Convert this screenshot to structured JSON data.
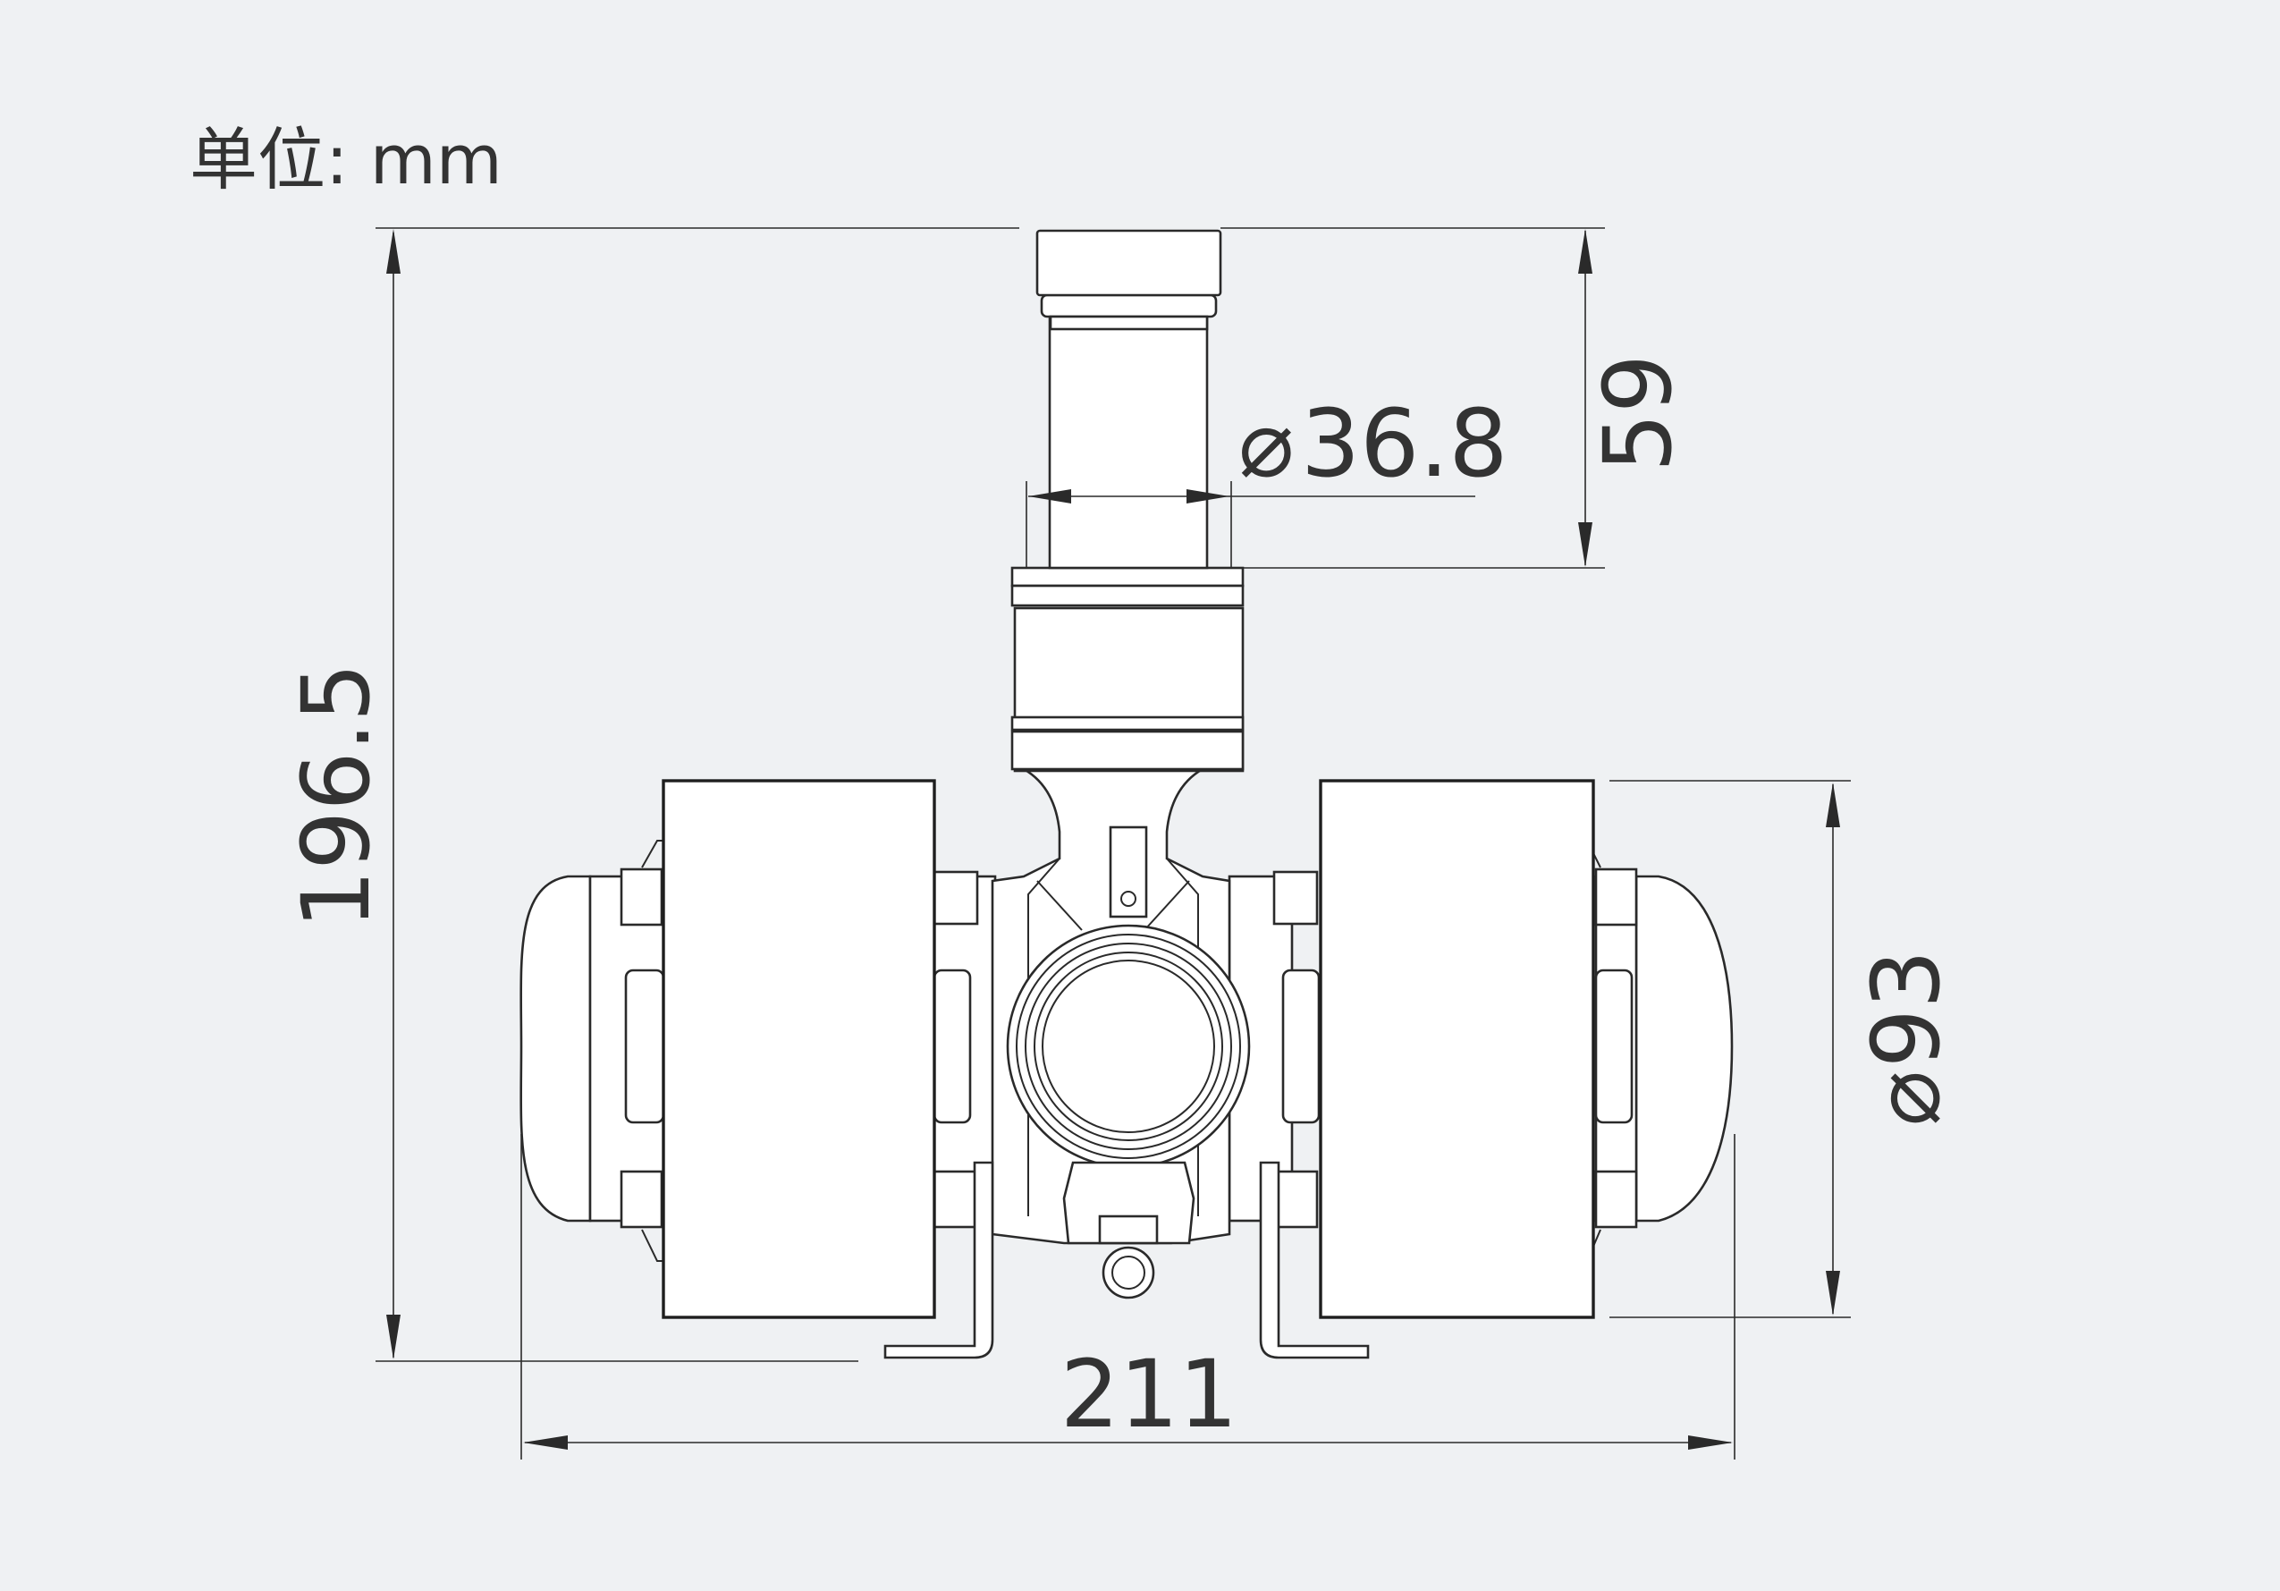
{
  "unit_label": "单位: mm",
  "dimensions": {
    "total_height": "196.5",
    "top_height": "59",
    "tube_diameter": "36.8",
    "wheel_diameter": "93",
    "total_width": "211"
  },
  "diameter_symbol": "⌀",
  "colors": {
    "background": "#eff1f3",
    "line": "#2a2a2a",
    "fill": "#ffffff"
  }
}
